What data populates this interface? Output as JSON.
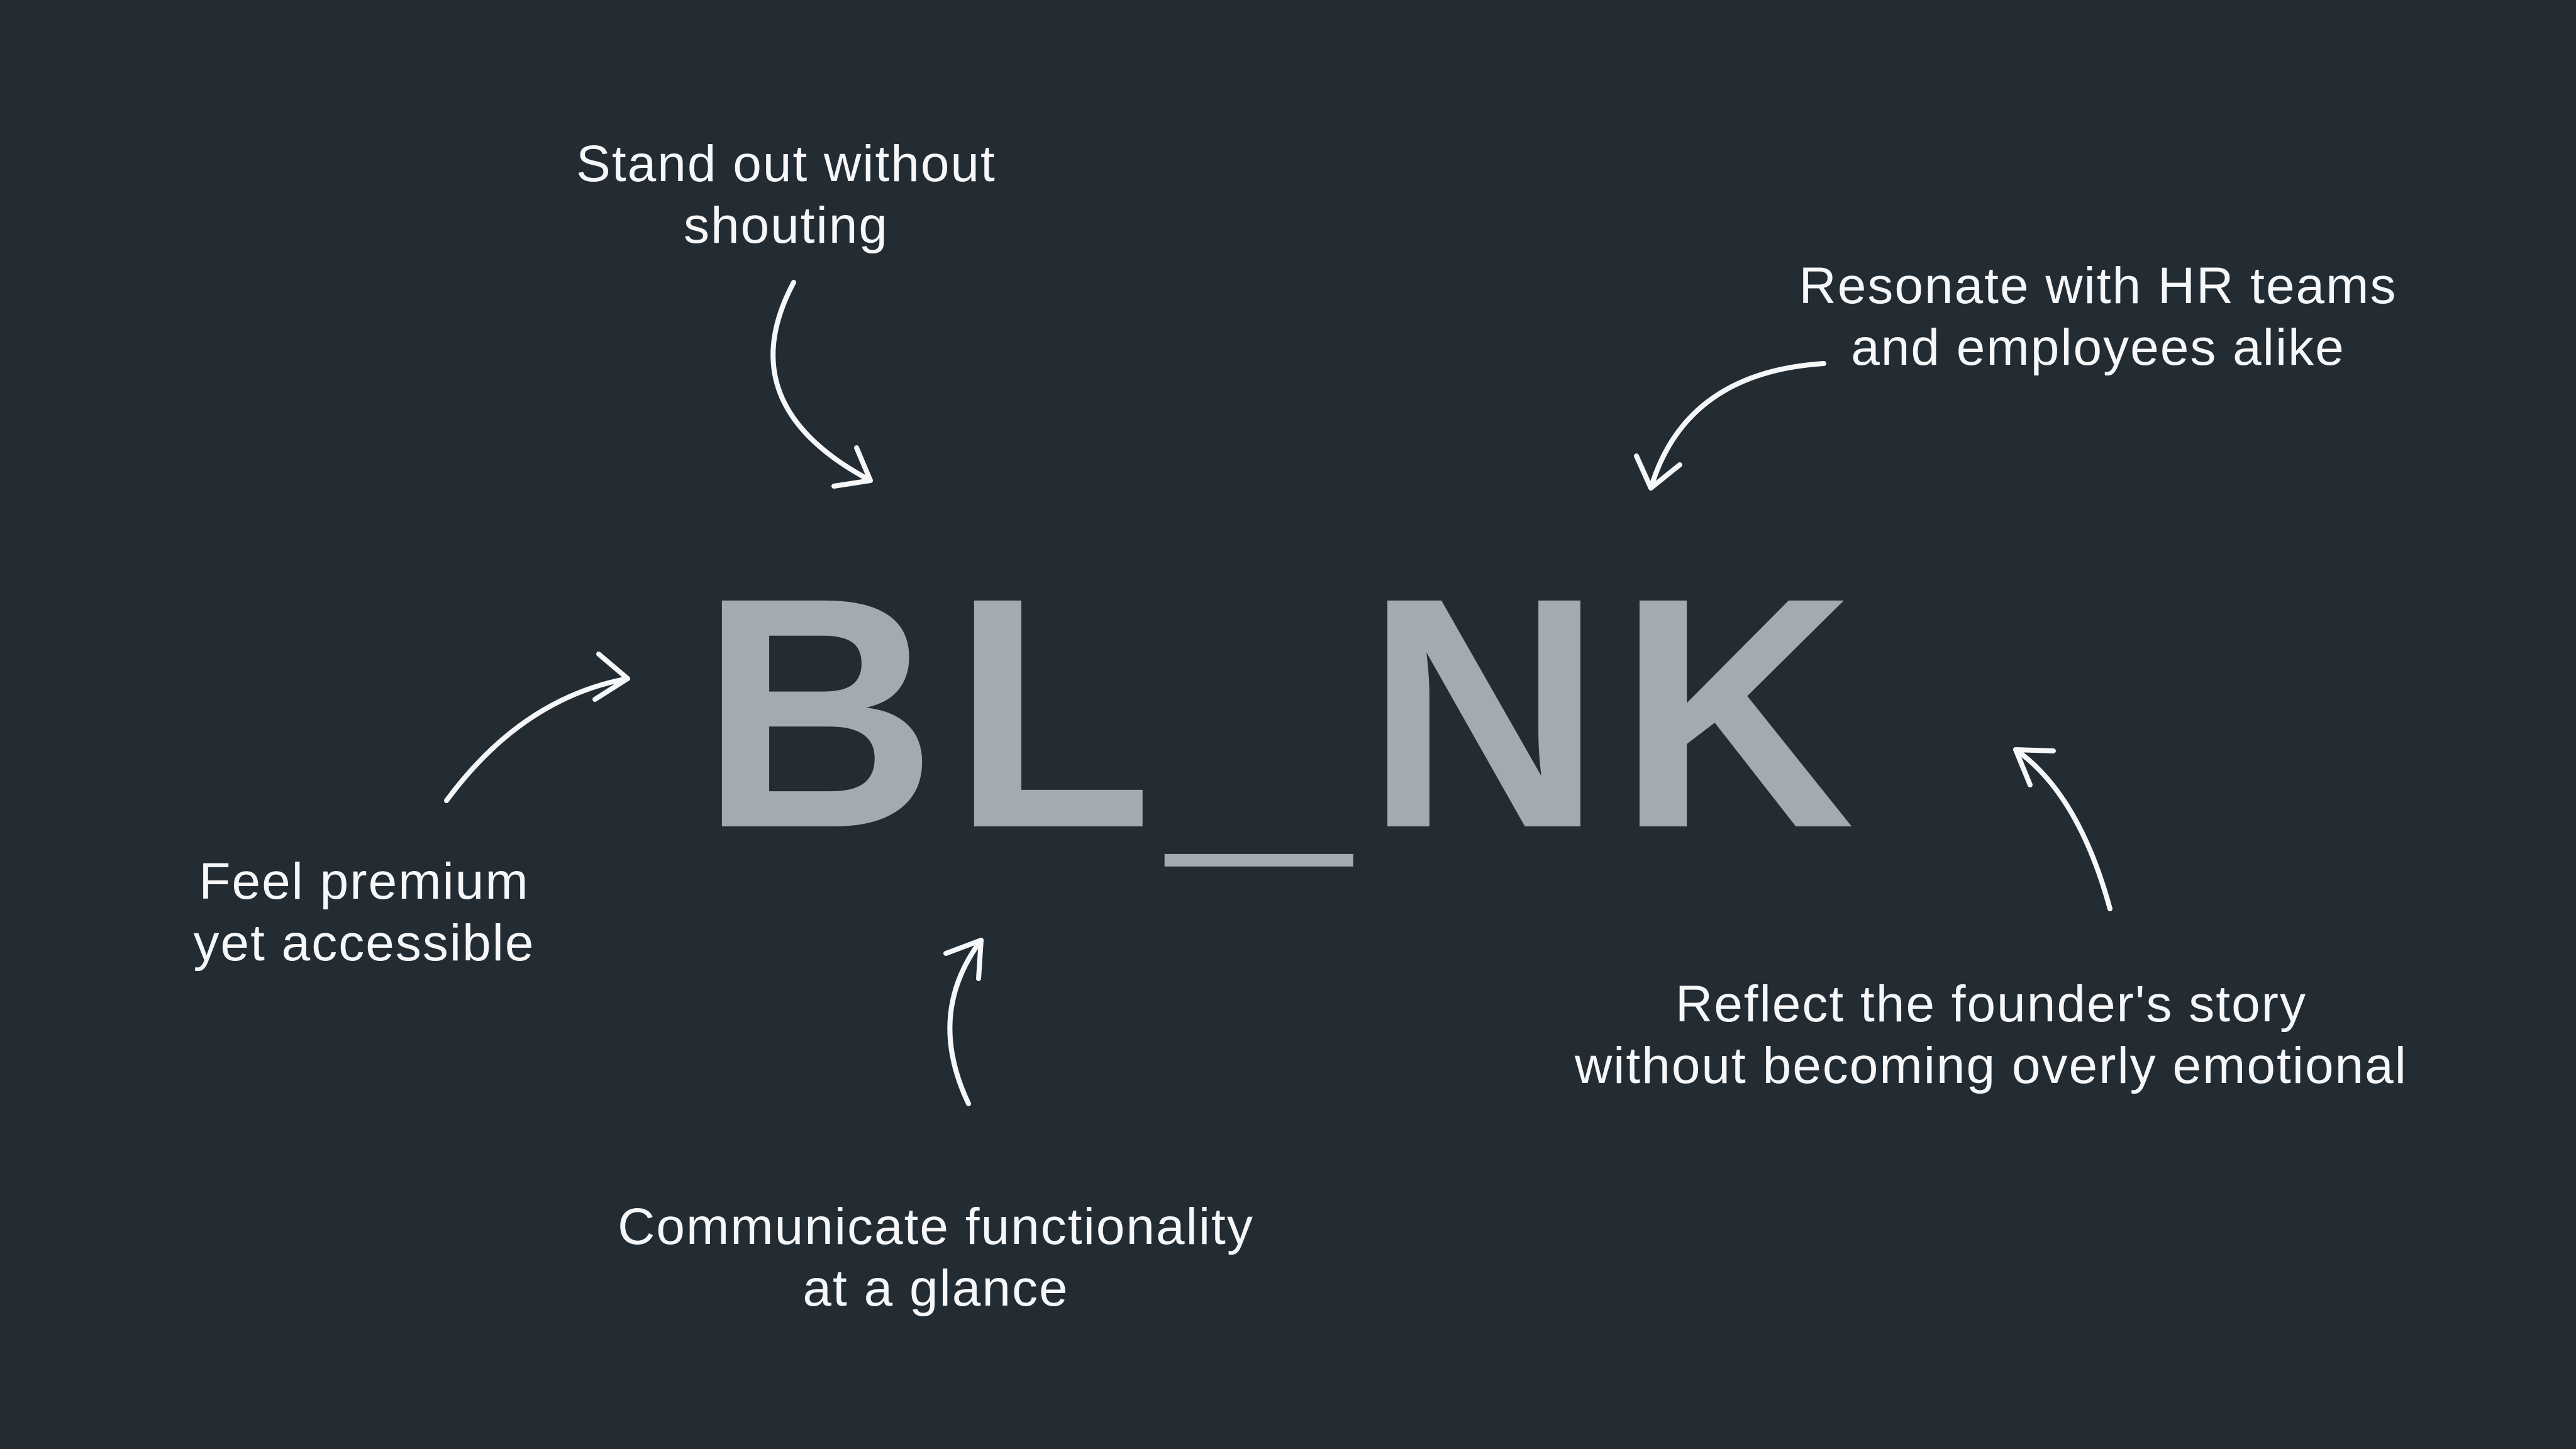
{
  "colors": {
    "background": "#232B33",
    "wordmark": "#A3AAB2",
    "ink": "#F6F7F8"
  },
  "wordmark": {
    "text": "BL_NK"
  },
  "annotations": [
    {
      "id": "stand-out",
      "lines": [
        "Stand out without",
        "shouting"
      ]
    },
    {
      "id": "resonate",
      "lines": [
        "Resonate with HR teams",
        "and employees alike"
      ]
    },
    {
      "id": "feel-premium",
      "lines": [
        "Feel premium",
        "yet accessible"
      ]
    },
    {
      "id": "communicate",
      "lines": [
        "Communicate functionality",
        "at a glance"
      ]
    },
    {
      "id": "reflect",
      "lines": [
        "Reflect the founder's story",
        "without becoming overly emotional"
      ]
    }
  ],
  "arrows": [
    {
      "name": "stand-out-arrow",
      "from": "stand-out annotation",
      "to": "wordmark"
    },
    {
      "name": "resonate-arrow",
      "from": "resonate annotation",
      "to": "wordmark"
    },
    {
      "name": "feel-premium-arrow",
      "from": "feel-premium annotation",
      "to": "wordmark"
    },
    {
      "name": "communicate-arrow",
      "from": "communicate annotation",
      "to": "wordmark"
    },
    {
      "name": "reflect-arrow",
      "from": "reflect annotation",
      "to": "wordmark"
    }
  ]
}
